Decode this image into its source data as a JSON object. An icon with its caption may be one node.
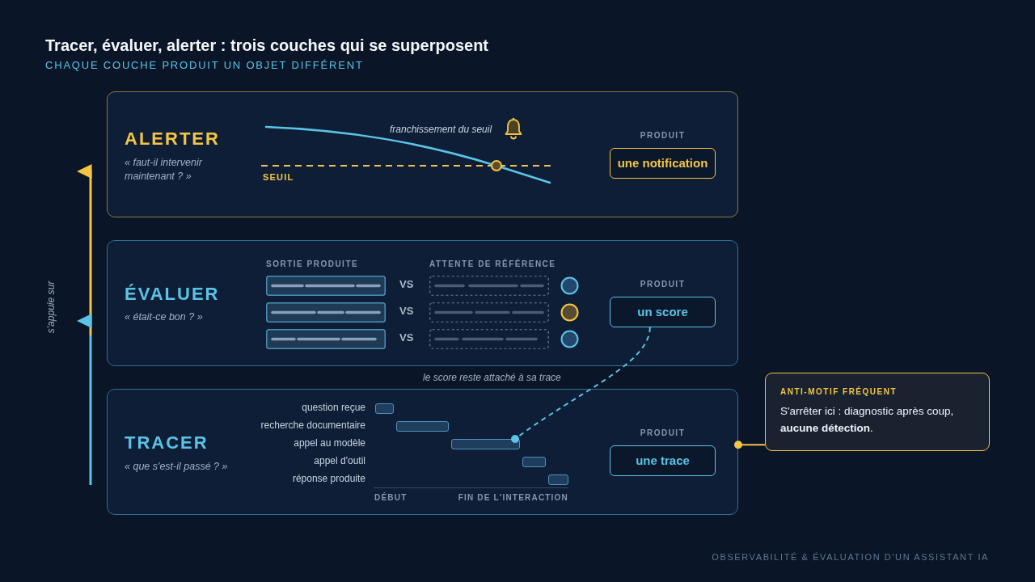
{
  "diagram": {
    "title": "Tracer, évaluer, alerter : trois couches qui se superposent",
    "caption": "OBSERVABILITÉ & ÉVALUATION D'UN ASSISTANT IA",
    "nodes": [
      {
        "text": [
          "ALERTER",
          "« faut-il intervenir maintenant ? »"
        ]
      },
      {
        "text": [
          "PRODUIT",
          "une notification"
        ],
        "in": 0
      },
      {
        "text": [
          "ÉVALUER",
          "« était-ce bon ? »"
        ]
      },
      {
        "text": [
          "PRODUIT",
          "un score"
        ],
        "in": 2
      },
      {
        "text": [
          "TRACER",
          "« que s'est-il passé ? »"
        ]
      },
      {
        "text": [],
        "shape": "bar",
        "in": 4
      },
      {
        "text": [],
        "shape": "bar",
        "in": 4
      },
      {
        "text": [],
        "shape": "bar",
        "in": 4
      },
      {
        "text": [],
        "shape": "bar",
        "in": 4
      },
      {
        "text": [],
        "shape": "bar",
        "in": 4
      },
      {
        "text": [
          "PRODUIT",
          "une trace"
        ],
        "in": 4
      },
      {
        "text": [
          "ANTI-MOTIF FRÉQUENT",
          "S'arrêter ici : diagnostic après coup, **aucune détection**."
        ]
      }
    ],
    "edges": [
      {
        "from": 3,
        "to": 7,
        "arrow": "other",
        "label": "le score reste attaché à sa trace",
        "style": "dashed",
        "color": "#5bc4e6"
      },
      {
        "from": 11,
        "to": 4,
        "arrow": "other",
        "color": "#f4c542"
      }
    ],
    "labels": [
      "CHAQUE COUCHE PRODUIT UN OBJET DIFFÉRENT",
      "franchissement du seuil",
      "SEUIL",
      "SORTIE PRODUITE",
      "ATTENTE DE RÉFÉRENCE",
      "s'appuie sur",
      "VS",
      "VS",
      "VS",
      "question reçue",
      "recherche documentaire",
      "appel au modèle",
      "appel d'outil",
      "réponse produite",
      "DÉBUT",
      "FIN DE L'INTERACTION"
    ]
  }
}
